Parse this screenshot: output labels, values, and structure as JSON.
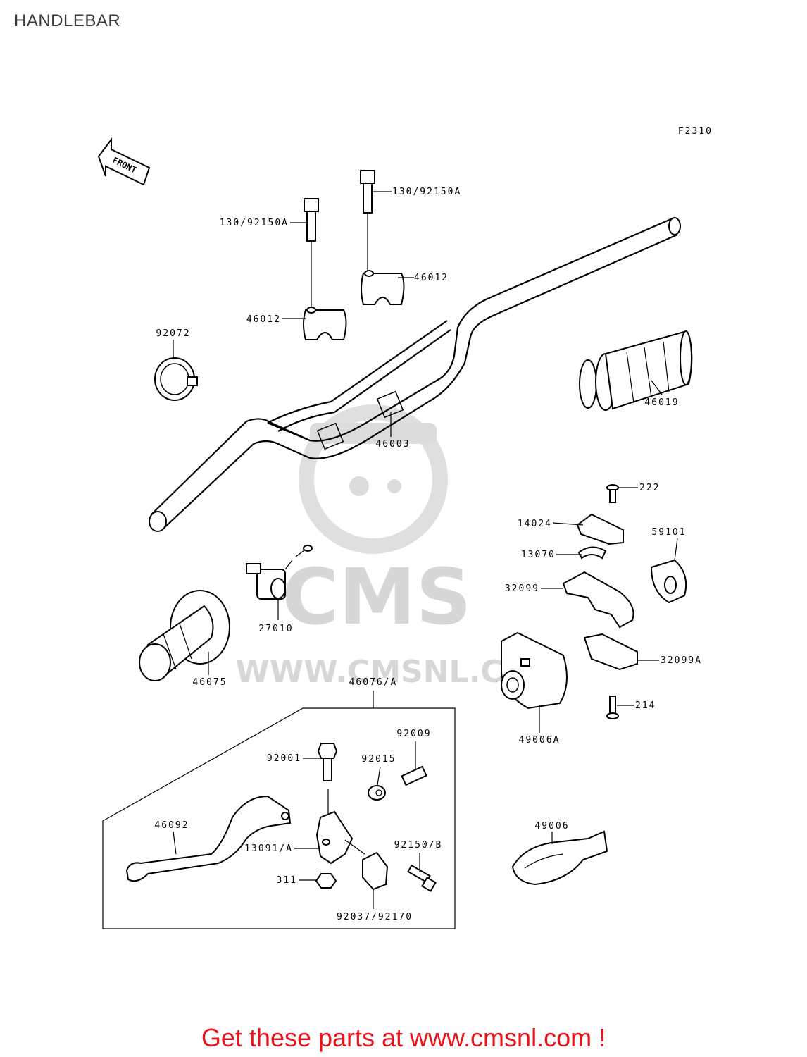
{
  "page": {
    "title": "HANDLEBAR",
    "cta": "Get these parts at www.cmsnl.com !"
  },
  "diagram": {
    "figure_code": "F2310",
    "front_marker": "FRONT",
    "watermark": {
      "brand": "CMS",
      "url": "WWW.CMSNL.COM"
    },
    "labels": {
      "p130_left": "130/92150A",
      "p130_right": "130/92150A",
      "p46012_left": "46012",
      "p46012_right": "46012",
      "p92072": "92072",
      "p46019": "46019",
      "p46003": "46003",
      "p222": "222",
      "p14024": "14024",
      "p59101": "59101",
      "p13070": "13070",
      "p32099": "32099",
      "p27010": "27010",
      "p46075": "46075",
      "p32099a": "32099A",
      "p46076": "46076/A",
      "p214": "214",
      "p49006a": "49006A",
      "p92009": "92009",
      "p92001": "92001",
      "p92015": "92015",
      "p46092": "46092",
      "p49006": "49006",
      "p13091": "13091/A",
      "p92150b": "92150/B",
      "p311": "311",
      "p92037": "92037/92170"
    }
  }
}
